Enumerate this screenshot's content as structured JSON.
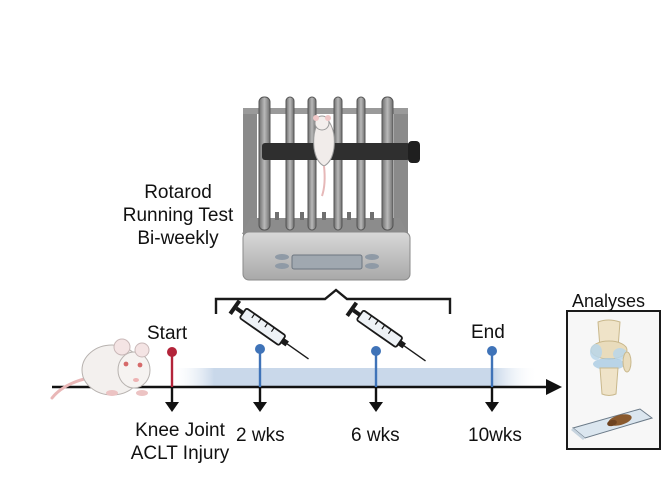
{
  "rotarod": {
    "caption_line1": "Rotarod",
    "caption_line2": "Running Test",
    "caption_line3": "Bi-weekly"
  },
  "timeline": {
    "start_label": "Start",
    "end_label": "End",
    "injury_line1": "Knee Joint",
    "injury_line2": "ACLT Injury",
    "tick_labels": [
      "2 wks",
      "6 wks",
      "10wks"
    ]
  },
  "analyses": {
    "label": "Analyses"
  },
  "colors": {
    "start_marker": "#b3243a",
    "timepoint_marker": "#3f73b8",
    "band": "#c9d8ea",
    "axis": "#111111"
  },
  "icons": [
    "rat-icon",
    "rotarod-apparatus-icon",
    "syringe-icon",
    "knee-joint-icon",
    "tissue-slide-icon"
  ]
}
